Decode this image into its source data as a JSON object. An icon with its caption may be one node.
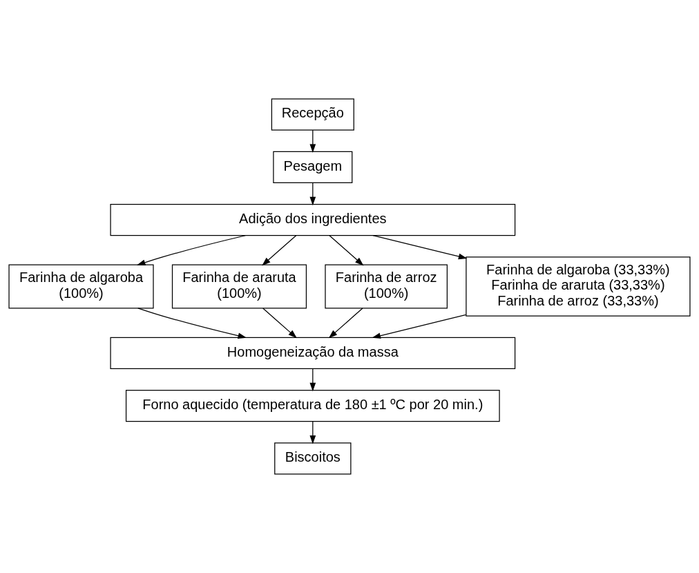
{
  "diagram": {
    "nodes": [
      {
        "text": [
          "Recepção"
        ]
      },
      {
        "text": [
          "Pesagem"
        ]
      },
      {
        "text": [
          "Adição dos ingredientes"
        ]
      },
      {
        "text": [
          "Farinha de algaroba",
          "(100%)"
        ]
      },
      {
        "text": [
          "Farinha de araruta",
          "(100%)"
        ]
      },
      {
        "text": [
          "Farinha de arroz",
          "(100%)"
        ]
      },
      {
        "text": [
          "Farinha de algaroba (33,33%)",
          "Farinha de araruta (33,33%)",
          "Farinha de arroz (33,33%)"
        ]
      },
      {
        "text": [
          "Homogeneização da massa"
        ]
      },
      {
        "text": [
          "Forno aquecido (temperatura de 180 ±1 ºC por 20 min.)"
        ]
      },
      {
        "text": [
          "Biscoitos"
        ]
      }
    ],
    "edges": [
      {
        "from": 0,
        "to": 1,
        "arrow": "to"
      },
      {
        "from": 1,
        "to": 2,
        "arrow": "to"
      },
      {
        "from": 2,
        "to": 3,
        "arrow": "to"
      },
      {
        "from": 2,
        "to": 4,
        "arrow": "to"
      },
      {
        "from": 2,
        "to": 5,
        "arrow": "to"
      },
      {
        "from": 2,
        "to": 6,
        "arrow": "to"
      },
      {
        "from": 3,
        "to": 7,
        "arrow": "to"
      },
      {
        "from": 4,
        "to": 7,
        "arrow": "to"
      },
      {
        "from": 5,
        "to": 7,
        "arrow": "to"
      },
      {
        "from": 6,
        "to": 7,
        "arrow": "to"
      },
      {
        "from": 7,
        "to": 8,
        "arrow": "to"
      },
      {
        "from": 8,
        "to": 9,
        "arrow": "to"
      }
    ]
  }
}
